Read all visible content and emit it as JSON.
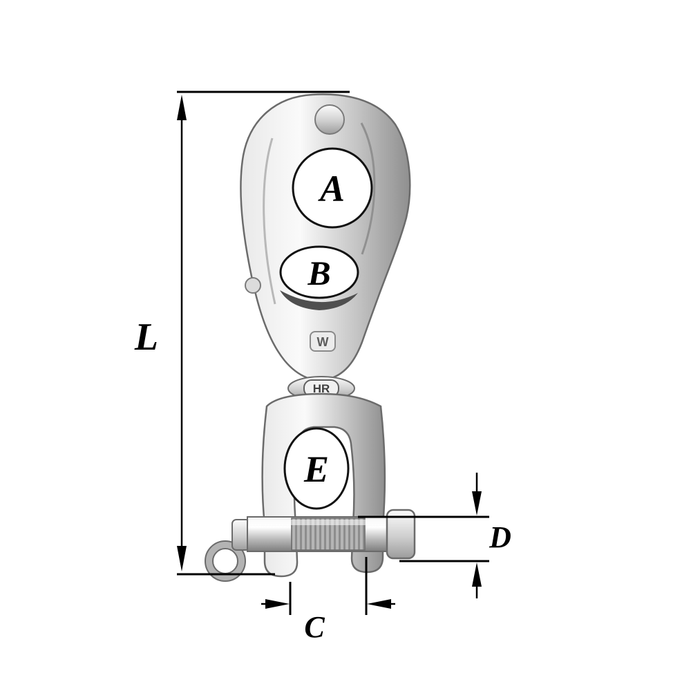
{
  "page": {
    "background": "#ffffff"
  },
  "diagram": {
    "type": "technical-dimension-diagram",
    "subject": "swivel snap shackle with clevis pin",
    "dimension_labels": {
      "L": "L",
      "A": "A",
      "B": "B",
      "C": "C",
      "D": "D",
      "E": "E"
    },
    "markings": {
      "logo": "W",
      "stamp": "HR"
    },
    "colors": {
      "line": "#000000",
      "background": "#ffffff",
      "metal_light": "#fafafa",
      "metal_mid": "#c9c9c9",
      "metal_dark": "#8a8a8a",
      "outline": "#6b6b6b"
    }
  }
}
